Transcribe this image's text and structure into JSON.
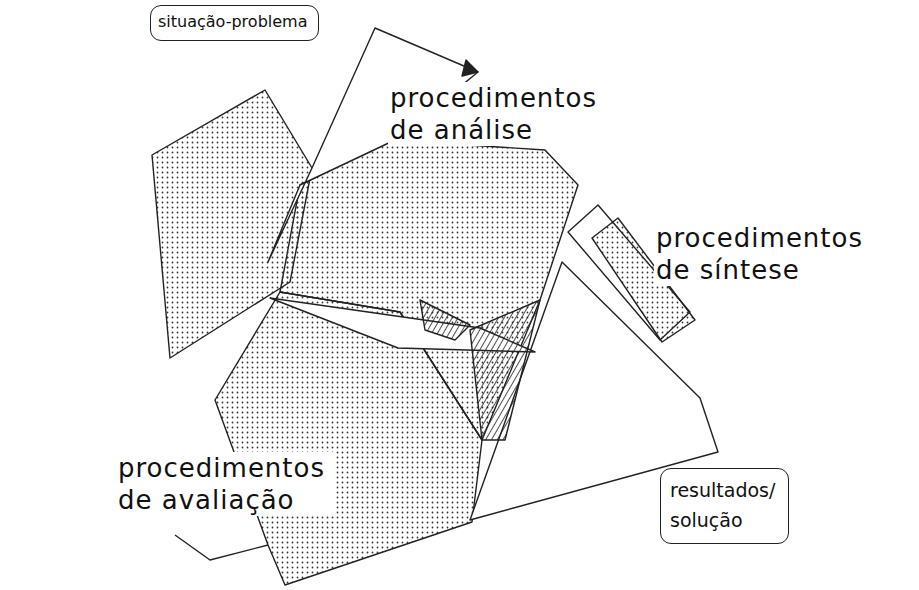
{
  "diagram": {
    "nodes": [
      {
        "text": [
          "situação-problema"
        ]
      },
      {
        "text": [
          "resultados/ solução"
        ]
      }
    ],
    "labels": [
      "procedimentos de análise",
      "procedimentos de síntese",
      "procedimentos de avaliação"
    ]
  }
}
